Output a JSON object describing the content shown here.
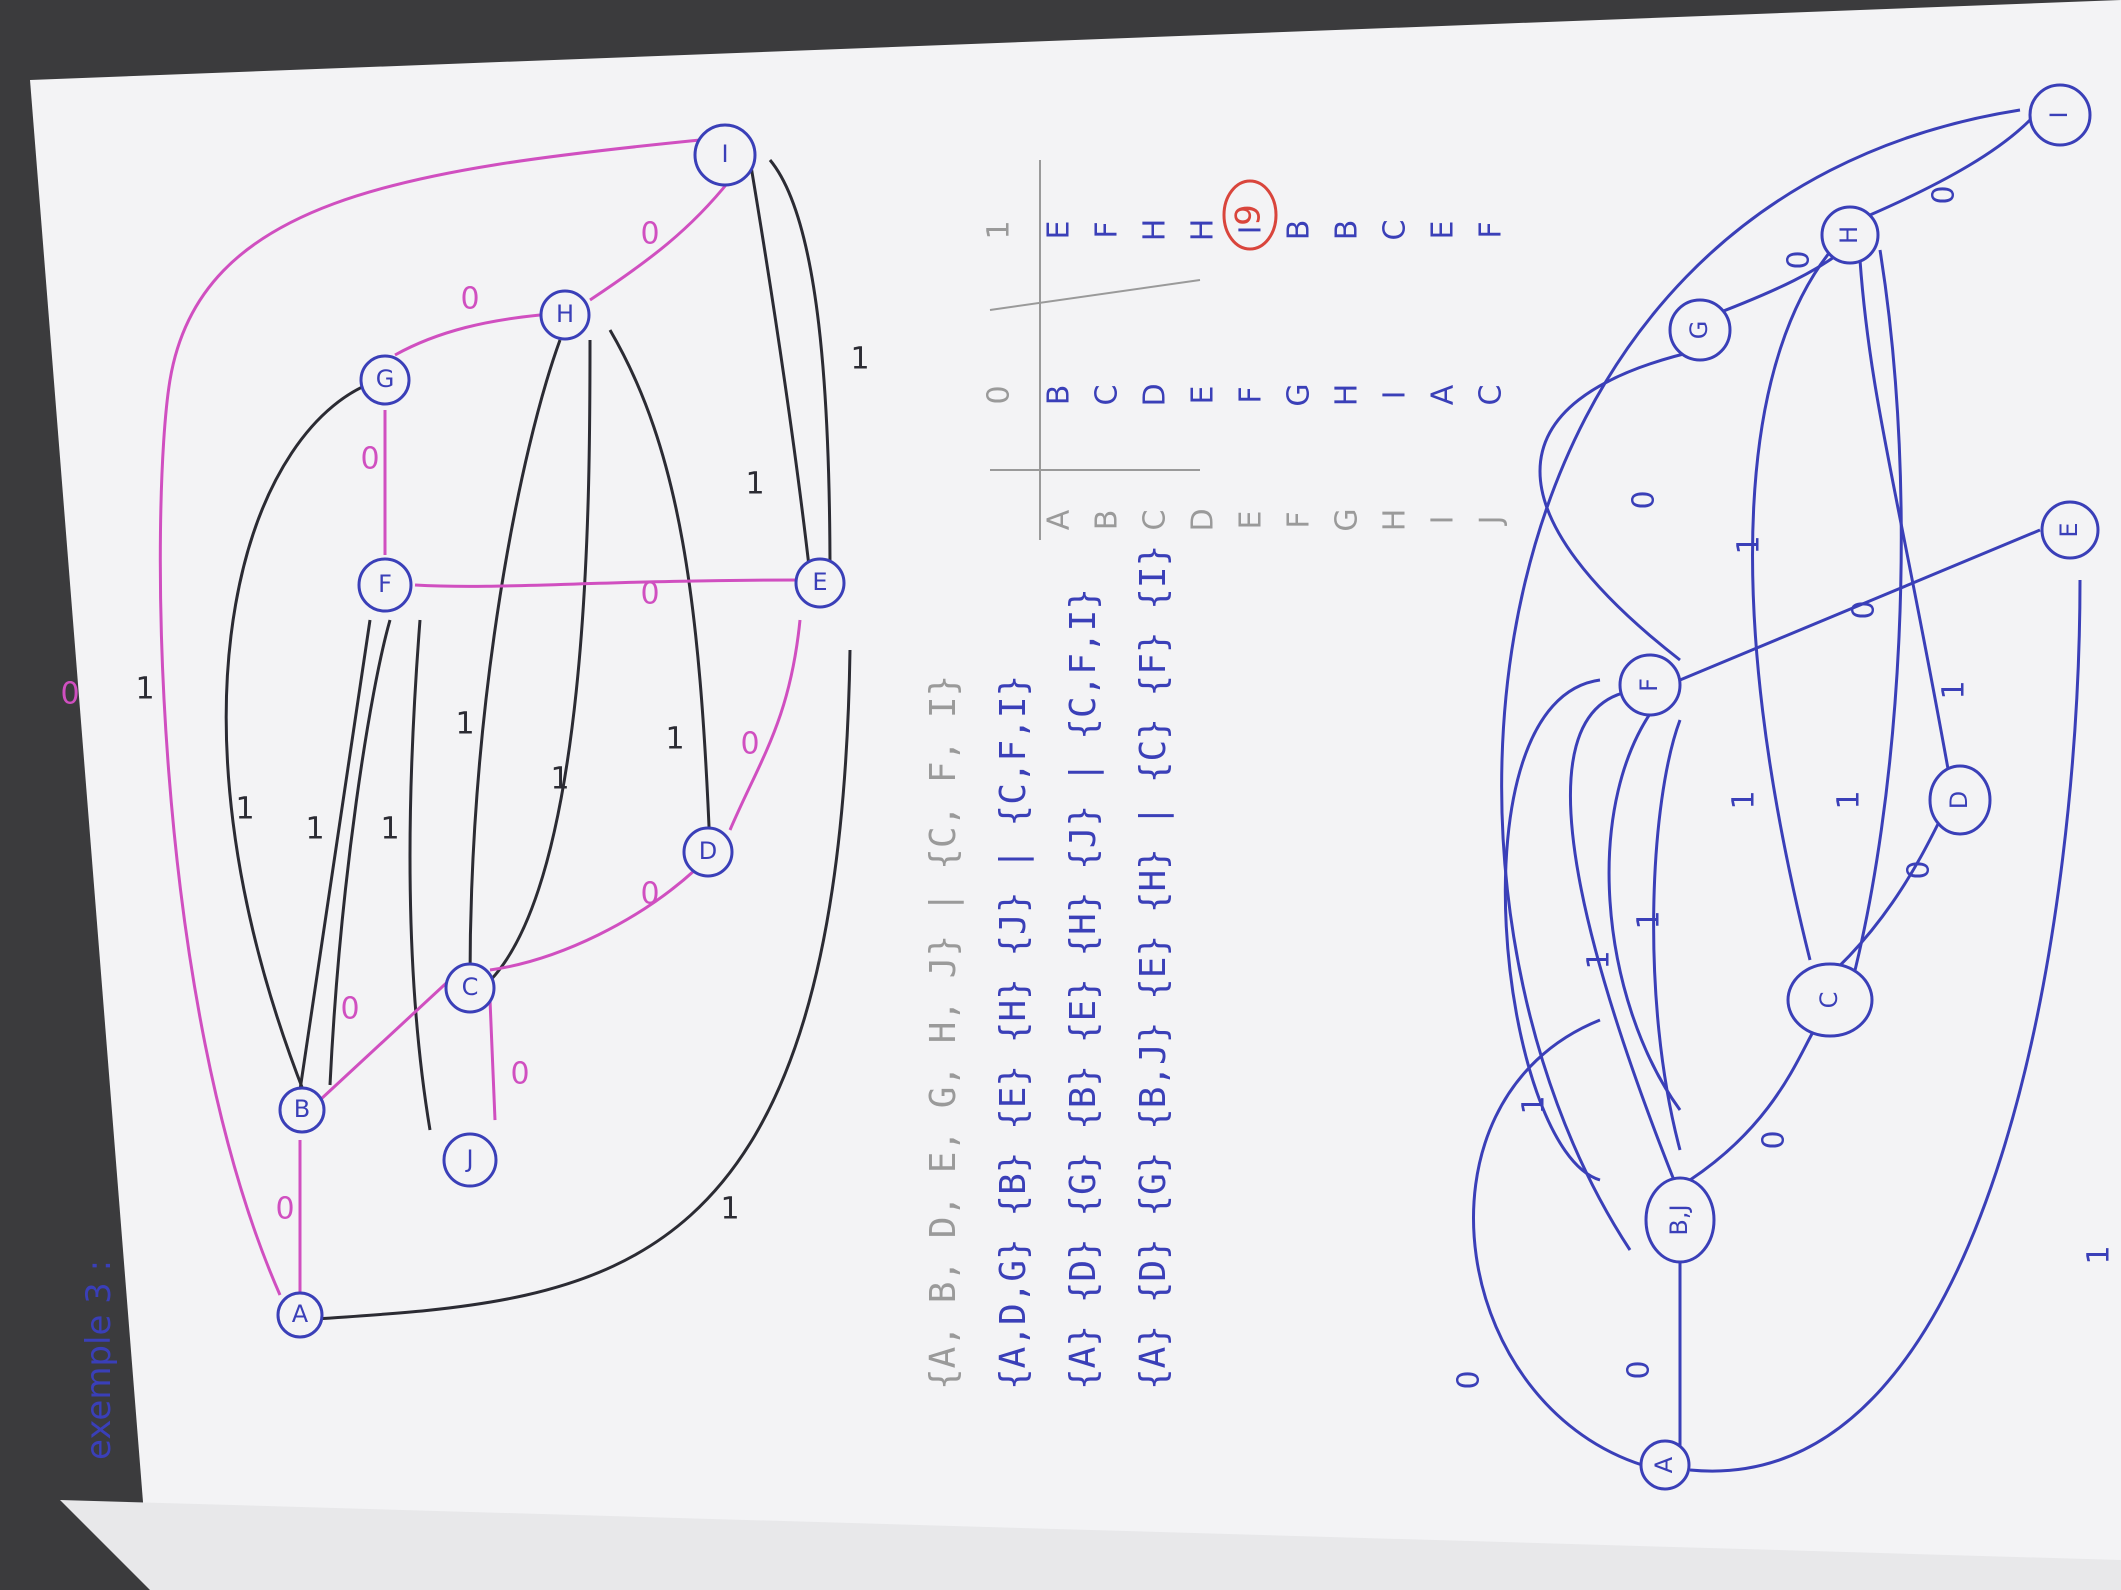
{
  "header": {
    "title": "exemple 3 :",
    "page_number": "9"
  },
  "colors": {
    "ink_black": "#2b2b33",
    "ink_pink": "#d04fc0",
    "ink_blue": "#3a3fb8",
    "ink_red": "#d9453c",
    "pencil": "#9a9a9a",
    "paper": "#f4f4f6"
  },
  "graph1": {
    "nodes": [
      "A",
      "B",
      "C",
      "D",
      "E",
      "F",
      "G",
      "H",
      "I",
      "J"
    ],
    "edge_labels": [
      "0",
      "0",
      "0",
      "0",
      "0",
      "0",
      "0",
      "0",
      "0",
      "0",
      "1",
      "1",
      "1",
      "1",
      "1",
      "1",
      "1",
      "1",
      "1",
      "1"
    ]
  },
  "partitions": {
    "line0": "{A, B, D, E, G, H, J}   |   {C, F, I}",
    "line1": "{A,D,G} {B} {E} {H} {J}   |   {C,F,I}",
    "line2": "{A} {D} {G} {B} {E} {H} {J}   |   {C,F,I}",
    "line3": "{A} {D} {G} {B,J} {E} {H}   |   {C} {F} {I}"
  },
  "table": {
    "header": [
      "",
      "0",
      "1"
    ],
    "rows": [
      [
        "A",
        "B",
        "E"
      ],
      [
        "B",
        "C",
        "F"
      ],
      [
        "C",
        "D",
        "H"
      ],
      [
        "D",
        "E",
        "H"
      ],
      [
        "E",
        "F",
        "I"
      ],
      [
        "F",
        "G",
        "B"
      ],
      [
        "G",
        "H",
        "B"
      ],
      [
        "H",
        "I",
        "C"
      ],
      [
        "I",
        "A",
        "E"
      ],
      [
        "J",
        "C",
        "F"
      ]
    ]
  },
  "graph2": {
    "nodes": [
      "A",
      "B,J",
      "C",
      "D",
      "E",
      "F",
      "G",
      "H",
      "I"
    ],
    "edge_labels": [
      "0",
      "0",
      "0",
      "0",
      "0",
      "0",
      "0",
      "0",
      "1",
      "1",
      "1",
      "1",
      "1",
      "1",
      "1",
      "1"
    ]
  }
}
